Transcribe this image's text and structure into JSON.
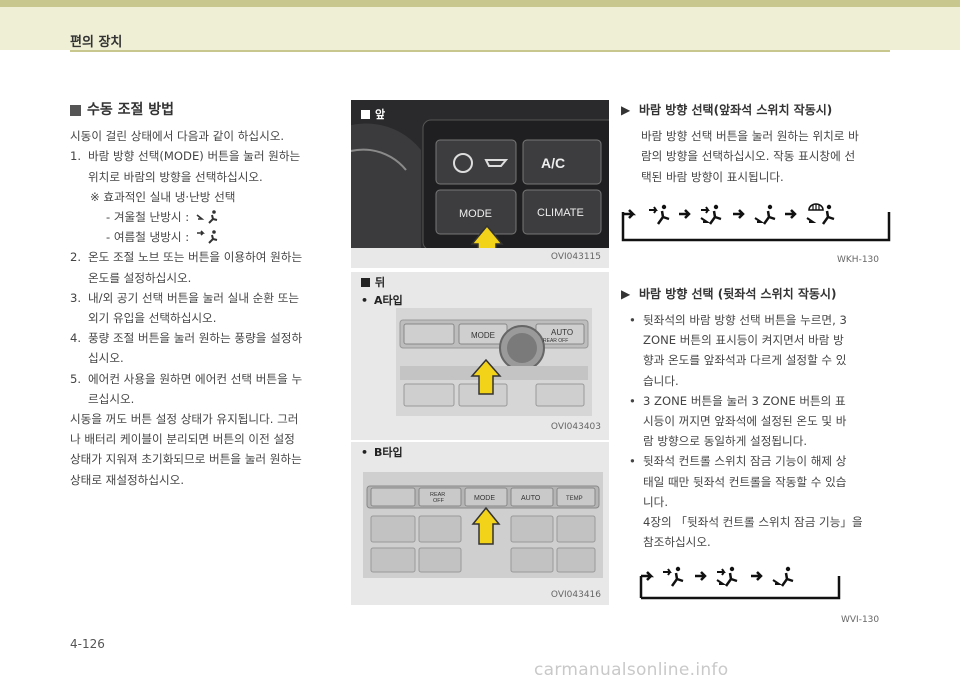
{
  "header": {
    "section_title": "편의 장치"
  },
  "left": {
    "title": "수동 조절 방법",
    "intro": "시동이 걸린 상태에서 다음과 같이 하십시오.",
    "steps": [
      {
        "num": "1.",
        "lines": [
          "바람 방향 선택(MODE) 버튼을 눌러 원하는",
          "위치로 바람의 방향을 선택하십시오."
        ]
      },
      {
        "num": "2.",
        "lines": [
          "온도 조절 노브 또는 버튼을 이용하여 원하는",
          "온도를 설정하십시오."
        ]
      },
      {
        "num": "3.",
        "lines": [
          "내/외 공기 선택 버튼을 눌러 실내 순환 또는",
          "외기 유입을 선택하십시오."
        ]
      },
      {
        "num": "4.",
        "lines": [
          "풍량 조절 버튼을 눌러 원하는 풍량을 설정하",
          "십시오."
        ]
      },
      {
        "num": "5.",
        "lines": [
          "에어컨 사용을 원하면 에어컨 선택 버튼을 누",
          "르십시오."
        ]
      }
    ],
    "note": "※ 효과적인 실내 냉·난방 선택",
    "winter": "- 겨울철 난방시 :",
    "summer": "- 여름철 냉방시 :",
    "closing": [
      "시동을 꺼도 버튼 설정 상태가 유지됩니다. 그러",
      "나 배터리 케이블이 분리되면 버튼의 이전 설정",
      "상태가 지워져 초기화되므로 버튼을 눌러 원하는",
      "상태로 재설정하십시오."
    ]
  },
  "middle": {
    "front": {
      "label": "앞",
      "code": "OVI043115",
      "buttons": [
        "A/C",
        "MODE",
        "CLIMATE"
      ]
    },
    "rear": {
      "label": "뒤",
      "type_a": "A타입",
      "code": "OVI043403",
      "buttons": [
        "MODE",
        "AUTO",
        "REAR OFF"
      ]
    },
    "rear_b": {
      "type_b": "B타입",
      "code": "OVI043416",
      "buttons": [
        "REAR",
        "OFF",
        "MODE",
        "AUTO",
        "TEMP"
      ]
    }
  },
  "right": {
    "front_title": "바람 방향 선택(앞좌석 스위치 작동시)",
    "front_body": [
      "바람 방향 선택 버튼을 눌러 원하는 위치로 바",
      "람의 방향을 선택하십시오. 작동 표시창에 선",
      "택된 바람 방향이 표시됩니다."
    ],
    "front_seq_code": "WKH-130",
    "rear_title": "바람 방향 선택 (뒷좌석 스위치 작동시)",
    "bullets": [
      [
        "뒷좌석의 바람 방향 선택 버튼을 누르면, 3",
        "ZONE 버튼의 표시등이 켜지면서 바람 방",
        "향과 온도를 앞좌석과 다르게 설정할 수 있",
        "습니다."
      ],
      [
        "3 ZONE 버튼을 눌러 3 ZONE 버튼의 표",
        "시등이 꺼지면 앞좌석에 설정된 온도 및 바",
        "람 방향으로 동일하게 설정됩니다."
      ],
      [
        "뒷좌석 컨트롤 스위치 잠금 기능이 해제 상",
        "태일 때만 뒷좌석 컨트롤을 작동할 수 있습",
        "니다.",
        "4장의 「뒷좌석 컨트롤 스위치 잠금 기능」을",
        "참조하십시오."
      ]
    ],
    "rear_seq_code": "WVI-130"
  },
  "footer": {
    "page": "4-126",
    "watermark": "carmanualsonline.info"
  },
  "colors": {
    "header_bg": "#efefd6",
    "accent": "#c8c88e",
    "arrow": "#f3d21a"
  },
  "icons": [
    "seat-vent-icon",
    "arrow-right-icon",
    "up-arrow-indicator"
  ]
}
